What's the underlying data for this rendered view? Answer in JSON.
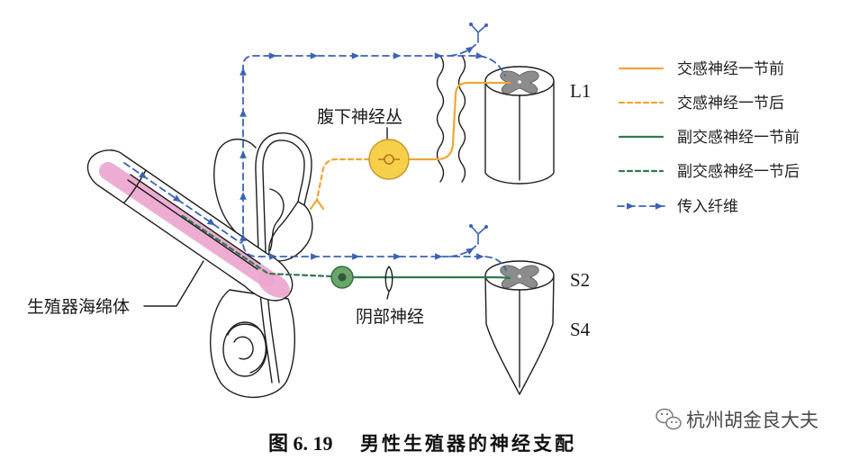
{
  "labels": {
    "hypogastric_plexus": "腹下神经丛",
    "l1": "L1",
    "s2": "S2",
    "s4": "S4",
    "corpus_cavernosum": "生殖器海绵体",
    "pudendal_nerve": "阴部神经"
  },
  "legend": [
    {
      "label": "交感神经一节前"
    },
    {
      "label": "交感神经一节后"
    },
    {
      "label": "副交感神经一节前"
    },
    {
      "label": "副交感神经一节后"
    },
    {
      "label": "传入纤维"
    }
  ],
  "caption": {
    "figure_number": "图 6. 19",
    "title": "男性生殖器的神经支配"
  },
  "watermark": {
    "icon": "wechat-icon",
    "text": "杭州胡金良大夫"
  },
  "colors": {
    "sympathetic": "#f0a635",
    "parasympathetic": "#2f7a4c",
    "afferent": "#3b63b3",
    "cavernosum": "#eba6cf",
    "plexus": "#f6d04a",
    "ganglion": "#6aa56a",
    "gray_matter": "#8c8c8c"
  }
}
